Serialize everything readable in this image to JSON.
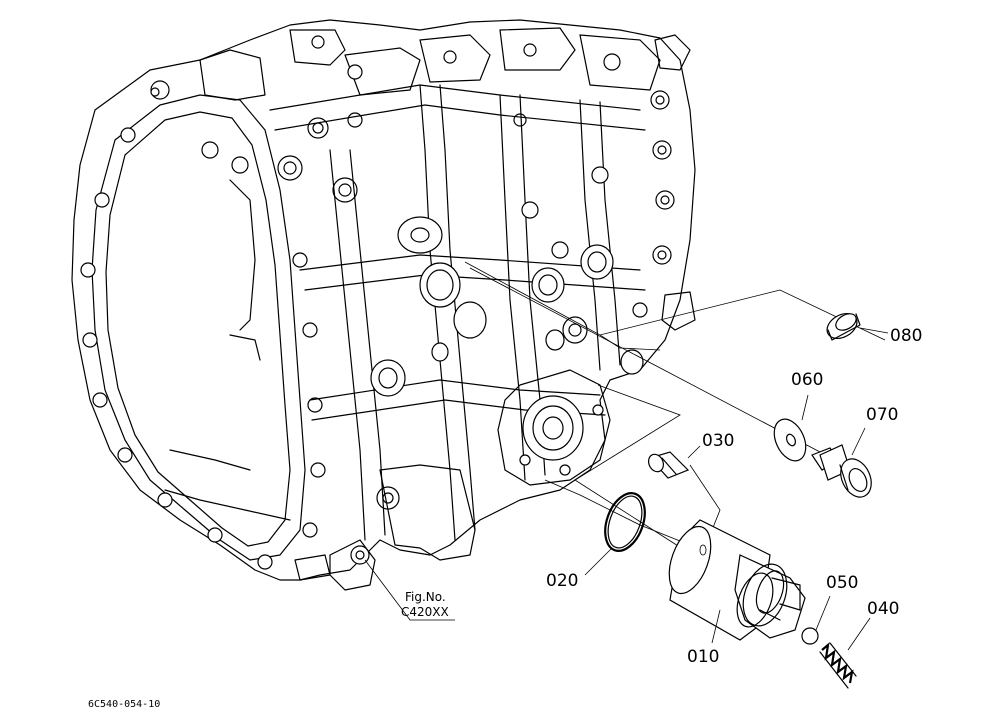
{
  "figure_code": "6C540-054-10",
  "reference": {
    "line1": "Fig.No.",
    "line2": "C420XX"
  },
  "callouts": {
    "p010": "010",
    "p020": "020",
    "p030": "030",
    "p040": "040",
    "p050": "050",
    "p060": "060",
    "p070": "070",
    "p080": "080"
  }
}
